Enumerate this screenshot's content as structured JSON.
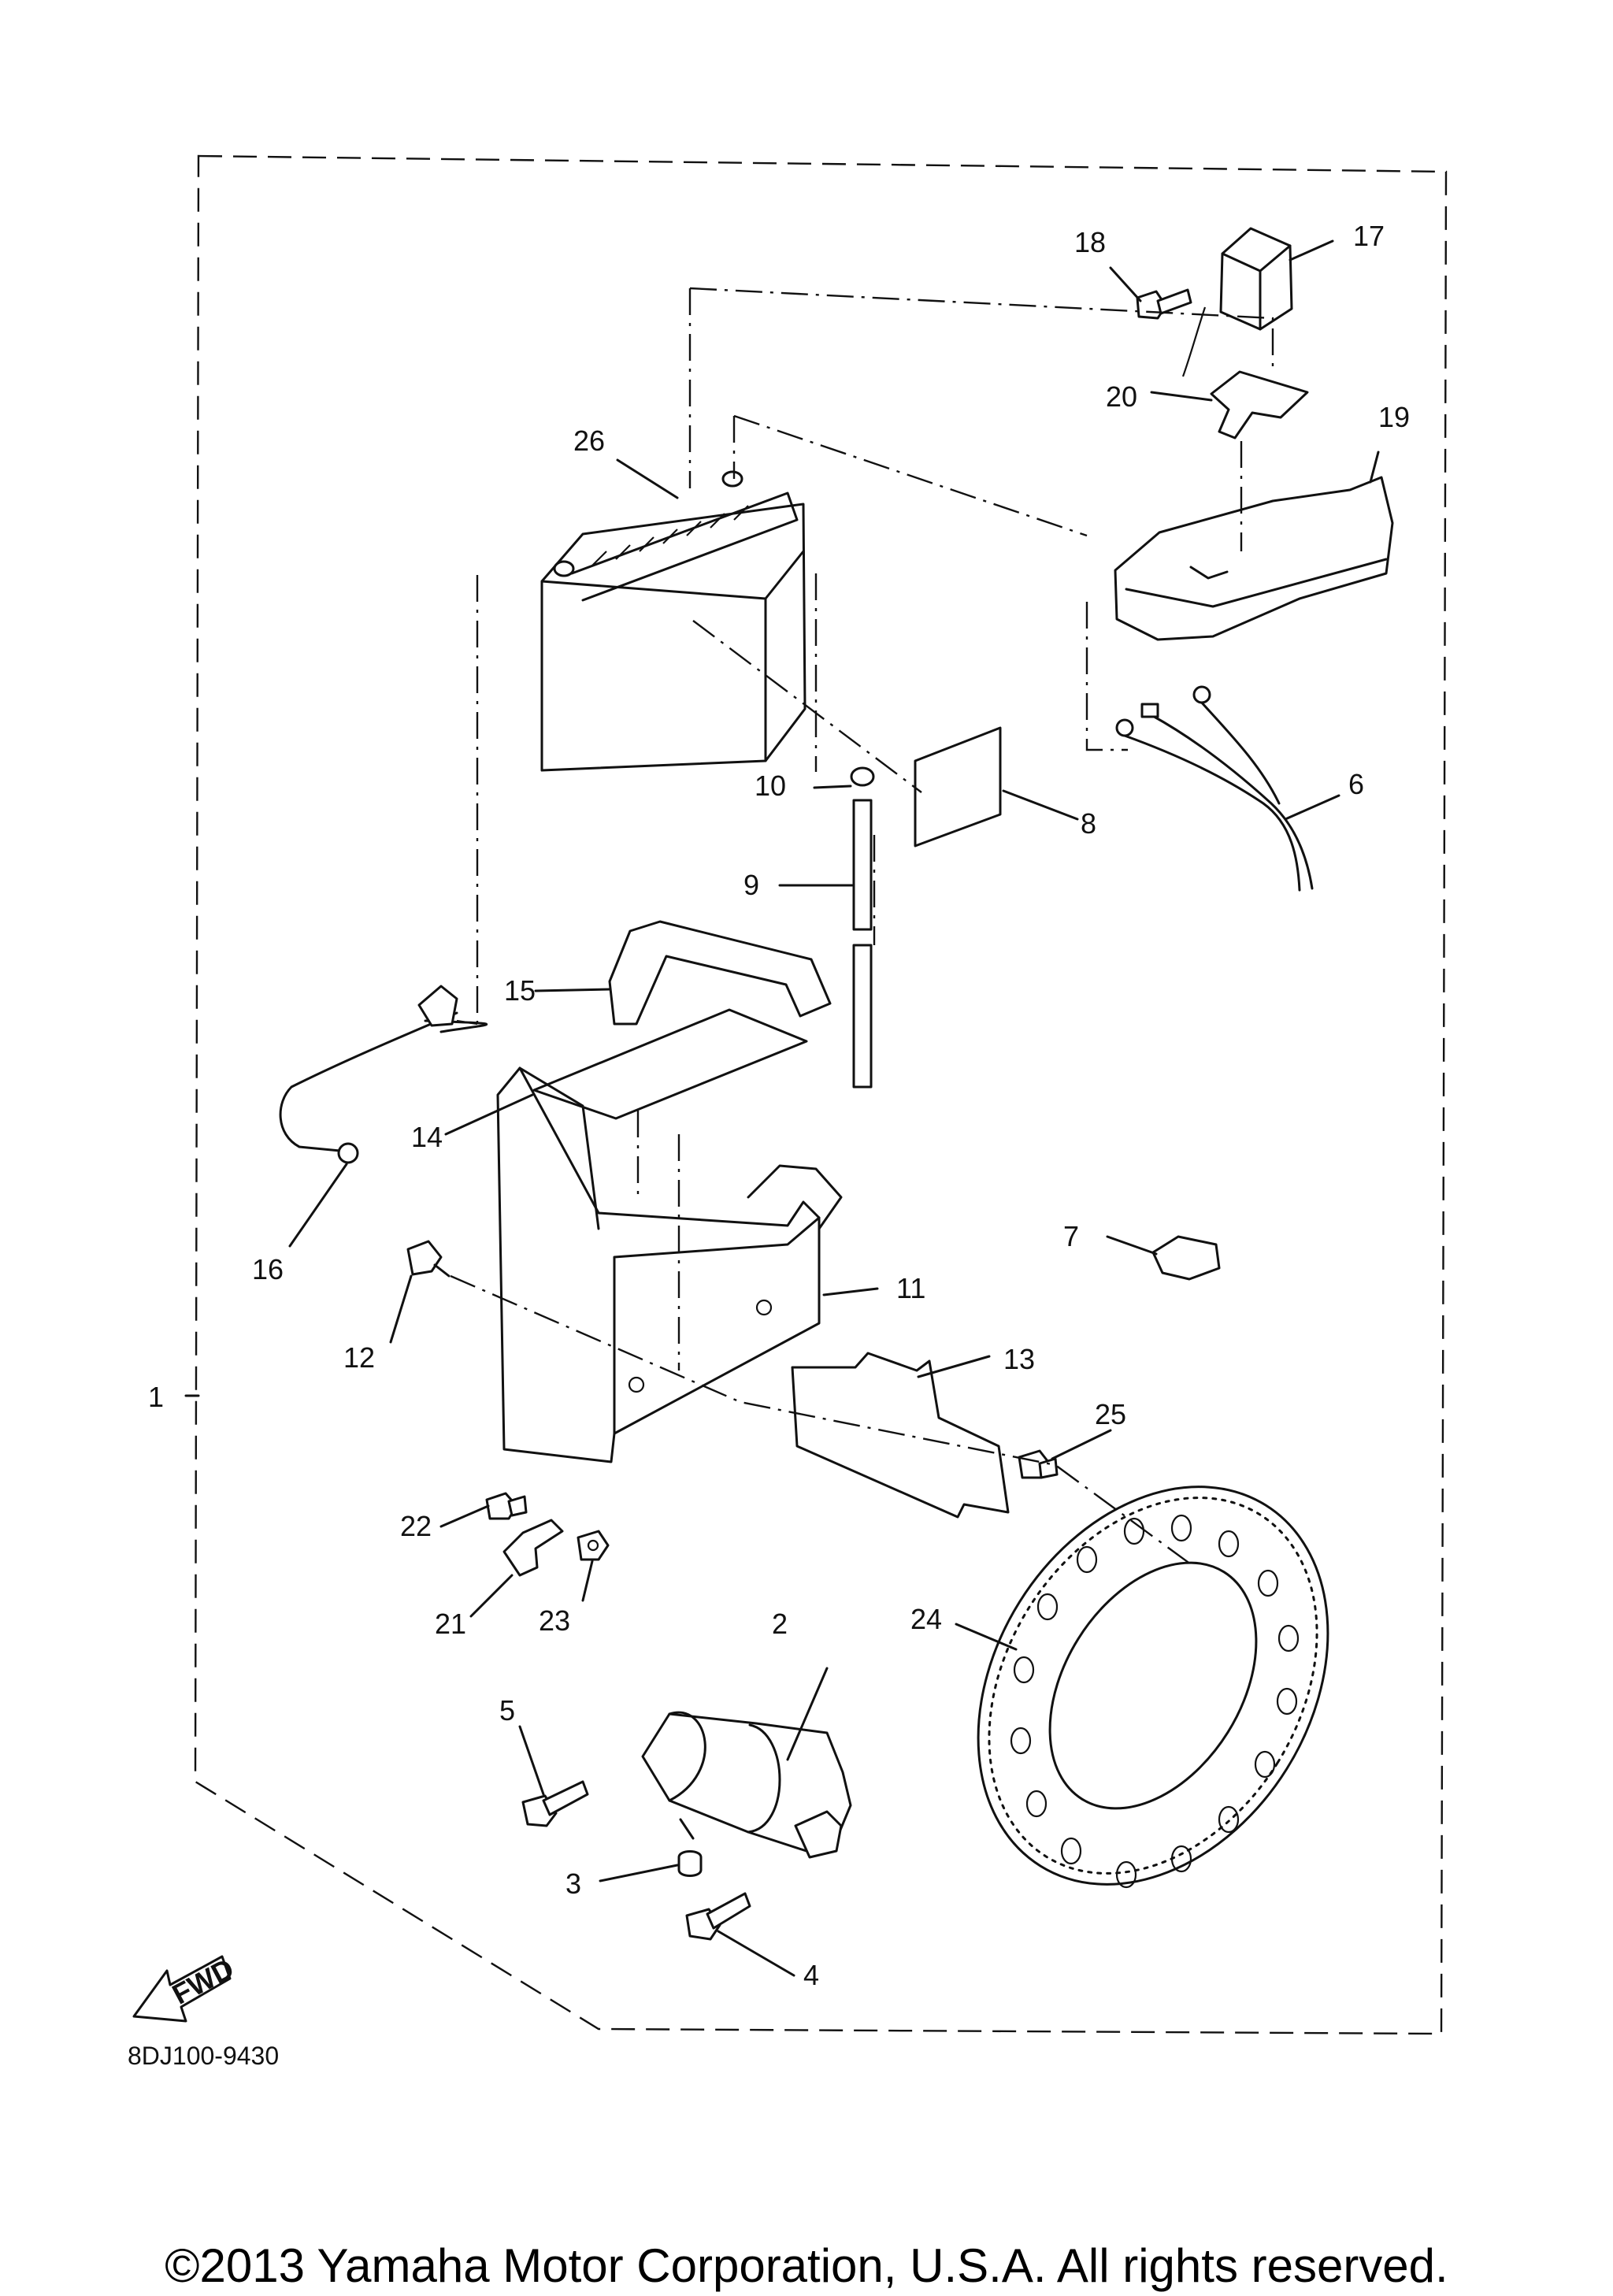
{
  "diagram_code": "8DJ100-9430",
  "copyright": "©2013 Yamaha Motor Corporation, U.S.A. All rights reserved.",
  "fwd_arrow_label": "FWD",
  "callouts": {
    "c1": "1",
    "c2": "2",
    "c3": "3",
    "c4": "4",
    "c5": "5",
    "c6": "6",
    "c7": "7",
    "c8": "8",
    "c9": "9",
    "c10": "10",
    "c11": "11",
    "c12": "12",
    "c13": "13",
    "c14": "14",
    "c15": "15",
    "c16": "16",
    "c17": "17",
    "c18": "18",
    "c19": "19",
    "c20": "20",
    "c21": "21",
    "c22": "22",
    "c23": "23",
    "c24": "24",
    "c25": "25",
    "c26": "26"
  }
}
